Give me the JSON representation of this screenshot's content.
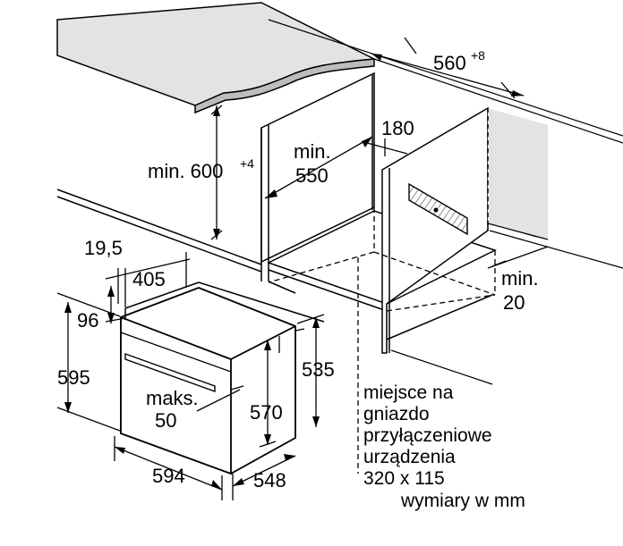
{
  "colors": {
    "ink": "#000000",
    "countertop": "#e3e3e3",
    "countertop_edge": "#bdbdbd",
    "hatch": "#9a9a9a",
    "background": "#ffffff"
  },
  "cabinet": {
    "niche_width": "560",
    "niche_width_tolerance": "+8",
    "min_height": "min. 600",
    "min_height_tolerance": "+4",
    "min_depth": "min.",
    "min_depth_value": "550",
    "rear_gap": "180",
    "side_gap_label": "min.",
    "side_gap_value": "20"
  },
  "oven": {
    "offset_19_5": "19,5",
    "depth_405": "405",
    "top_96": "96",
    "height_595": "595",
    "height_535": "535",
    "height_570": "570",
    "max_label": "maks.",
    "max_value": "50",
    "width_594": "594",
    "depth_548": "548"
  },
  "notes": {
    "socket_line1": "miejsce na",
    "socket_line2": "gniazdo",
    "socket_line3": "przyłączeniowe",
    "socket_line4": "urządzenia",
    "socket_line5": "320 x 115",
    "units": "wymiary w mm"
  }
}
